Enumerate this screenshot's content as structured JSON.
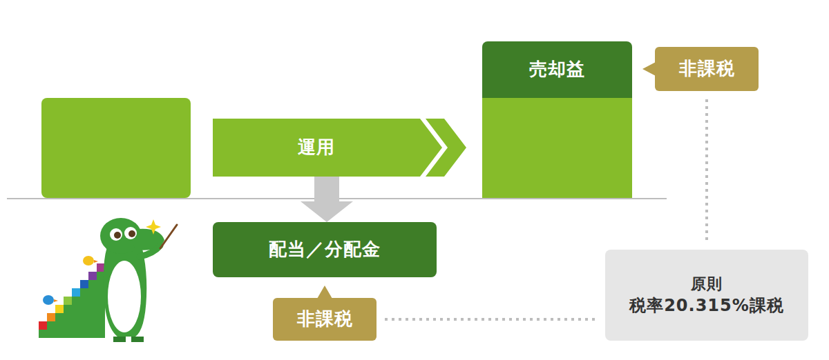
{
  "diagram": {
    "nodes": [
      {
        "text": [
          "売却益"
        ]
      },
      {
        "text": [
          "非課税"
        ]
      },
      {
        "text": [
          "運用"
        ]
      },
      {
        "text": [
          "配当／分配金"
        ]
      },
      {
        "text": [
          "非課税"
        ]
      },
      {
        "text": [
          "原則",
          "税率20.315%課税"
        ]
      }
    ],
    "edges": [
      {
        "from": 2,
        "to": 3,
        "arrow": "to"
      },
      {
        "from": 1,
        "to": 5,
        "arrow": "none"
      },
      {
        "from": 4,
        "to": 5,
        "arrow": "none"
      }
    ]
  }
}
